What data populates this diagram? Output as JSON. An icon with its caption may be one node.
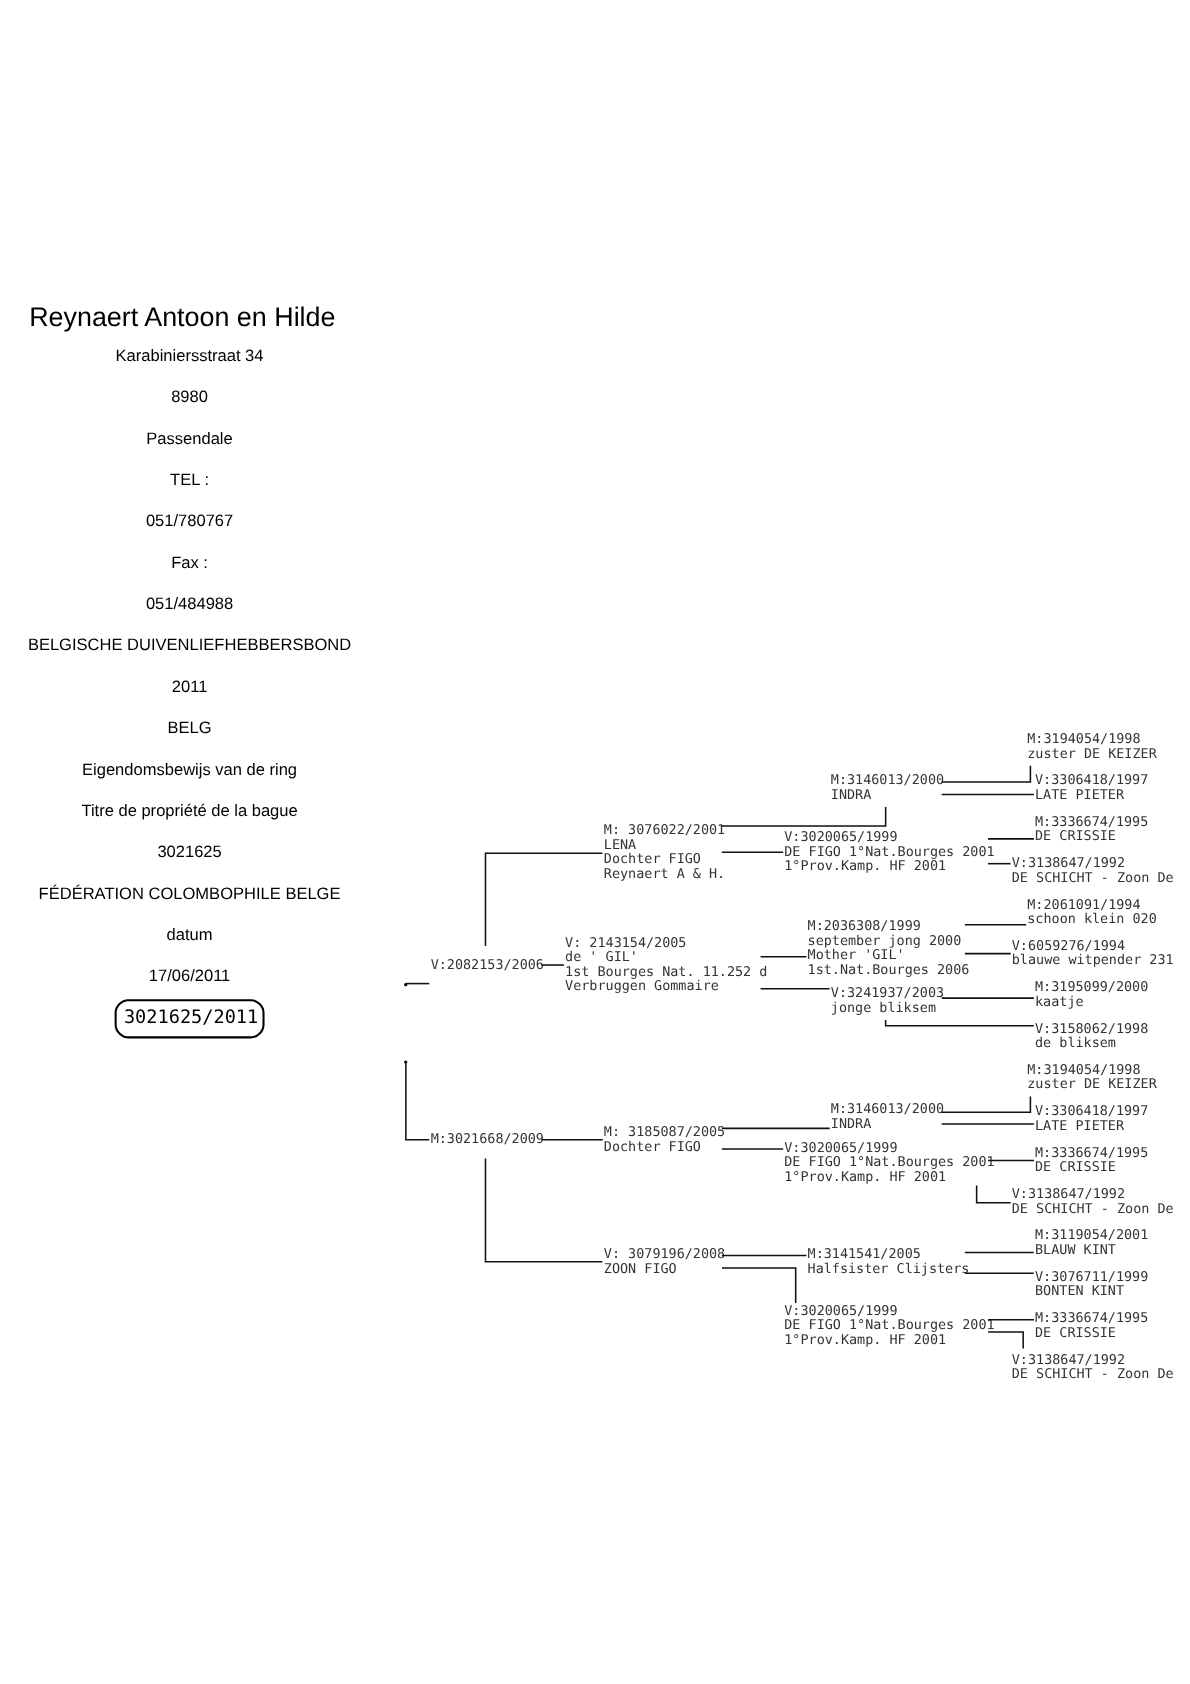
{
  "diagram": {
    "title": "Reynaert Antoon en Hilde",
    "nodes": [
      {
        "text": [
          "3021625/2011"
        ]
      },
      {
        "text": [
          "V:2082153/2006"
        ]
      },
      {
        "text": [
          "M:3021668/2009"
        ]
      },
      {
        "text": [
          "V: 2143154/2005",
          "de ' GIL'",
          "1st Bourges Nat. 11.252 d",
          "Verbruggen Gommaire"
        ]
      },
      {
        "text": [
          "M: 3076022/2001",
          "LENA",
          "Dochter FIGO",
          "Reynaert A & H."
        ]
      },
      {
        "text": [
          "V: 3079196/2008",
          "ZOON FIGO"
        ]
      },
      {
        "text": [
          "M: 3185087/2005",
          "Dochter FIGO"
        ]
      },
      {
        "text": [
          "V:3241937/2003",
          "jonge bliksem"
        ]
      },
      {
        "text": [
          "M:2036308/1999",
          "september jong 2000",
          "Mother 'GIL'",
          "1st.Nat.Bourges 2006"
        ]
      },
      {
        "text": [
          "V:3020065/1999",
          "DE FIGO 1°Nat.Bourges 2001",
          "1°Prov.Kamp. HF 2001"
        ]
      },
      {
        "text": [
          "M:3146013/2000",
          "INDRA"
        ]
      },
      {
        "text": [
          "V:3020065/1999",
          "DE FIGO 1°Nat.Bourges 2001",
          "1°Prov.Kamp. HF 2001"
        ]
      },
      {
        "text": [
          "M:3141541/2005",
          "Halfsister Clijsters"
        ]
      },
      {
        "text": [
          "V:3020065/1999",
          "DE FIGO 1°Nat.Bourges 2001",
          "1°Prov.Kamp. HF 2001"
        ]
      },
      {
        "text": [
          "M:3146013/2000",
          "INDRA"
        ]
      },
      {
        "text": [
          "V:3158062/1998",
          "de bliksem"
        ]
      },
      {
        "text": [
          "M:3195099/2000",
          "kaatje"
        ]
      },
      {
        "text": [
          "V:6059276/1994",
          "blauwe witpender 231"
        ]
      },
      {
        "text": [
          "M:2061091/1994",
          "schoon klein 020"
        ]
      },
      {
        "text": [
          "V:3138647/1992",
          "DE SCHICHT - Zoon De"
        ]
      },
      {
        "text": [
          "M:3336674/1995",
          "DE CRISSIE"
        ]
      },
      {
        "text": [
          "V:3306418/1997",
          "LATE PIETER"
        ]
      },
      {
        "text": [
          "M:3194054/1998",
          "zuster DE KEIZER"
        ]
      },
      {
        "text": [
          "V:3138647/1992",
          "DE SCHICHT - Zoon De"
        ]
      },
      {
        "text": [
          "M:3336674/1995",
          "DE CRISSIE"
        ]
      },
      {
        "text": [
          "V:3076711/1999",
          "BONTEN KINT"
        ]
      },
      {
        "text": [
          "M:3119054/2001",
          "BLAUW KINT"
        ]
      },
      {
        "text": [
          "V:3138647/1992",
          "DE SCHICHT - Zoon De"
        ]
      },
      {
        "text": [
          "M:3336674/1995",
          "DE CRISSIE"
        ]
      },
      {
        "text": [
          "V:3306418/1997",
          "LATE PIETER"
        ]
      },
      {
        "text": [
          "M:3194054/1998",
          "zuster DE KEIZER"
        ]
      }
    ],
    "edges": [
      {
        "from": null,
        "to": 1,
        "arrow": "none"
      },
      {
        "from": null,
        "to": 2,
        "arrow": "none"
      },
      {
        "from": 1,
        "to": 3,
        "arrow": "none"
      },
      {
        "from": 1,
        "to": 4,
        "arrow": "none"
      },
      {
        "from": 2,
        "to": 5,
        "arrow": "none"
      },
      {
        "from": 2,
        "to": 6,
        "arrow": "none"
      },
      {
        "from": 3,
        "to": 7,
        "arrow": "none"
      },
      {
        "from": 3,
        "to": 8,
        "arrow": "none"
      },
      {
        "from": 4,
        "to": 9,
        "arrow": "none"
      },
      {
        "from": 4,
        "to": 10,
        "arrow": "none"
      },
      {
        "from": 5,
        "to": 11,
        "arrow": "none"
      },
      {
        "from": 5,
        "to": 12,
        "arrow": "none"
      },
      {
        "from": 6,
        "to": 13,
        "arrow": "none"
      },
      {
        "from": 6,
        "to": 14,
        "arrow": "none"
      },
      {
        "from": 7,
        "to": 15,
        "arrow": "none"
      },
      {
        "from": 7,
        "to": 16,
        "arrow": "none"
      },
      {
        "from": 8,
        "to": 17,
        "arrow": "none"
      },
      {
        "from": 8,
        "to": 18,
        "arrow": "none"
      },
      {
        "from": 9,
        "to": 19,
        "arrow": "none"
      },
      {
        "from": 9,
        "to": 20,
        "arrow": "none"
      },
      {
        "from": 10,
        "to": 21,
        "arrow": "none"
      },
      {
        "from": 10,
        "to": 22,
        "arrow": "none"
      },
      {
        "from": 11,
        "to": 23,
        "arrow": "none"
      },
      {
        "from": 11,
        "to": 24,
        "arrow": "none"
      },
      {
        "from": 12,
        "to": 25,
        "arrow": "none"
      },
      {
        "from": 12,
        "to": 26,
        "arrow": "none"
      },
      {
        "from": 13,
        "to": 27,
        "arrow": "none"
      },
      {
        "from": 13,
        "to": 28,
        "arrow": "none"
      },
      {
        "from": 14,
        "to": 29,
        "arrow": "none"
      },
      {
        "from": 14,
        "to": 30,
        "arrow": "none"
      }
    ],
    "labels": [
      "Karabiniersstraat 34",
      "8980",
      "Passendale",
      "TEL :",
      "051/780767",
      "Fax :",
      "051/484988",
      "BELGISCHE DUIVENLIEFHEBBERSBOND",
      "2011",
      "BELG",
      "Eigendomsbewijs van de ring",
      "Titre de propriété de la bague",
      "3021625",
      "FÉDÉRATION COLOMBOPHILE BELGE",
      "datum",
      "17/06/2011"
    ]
  }
}
